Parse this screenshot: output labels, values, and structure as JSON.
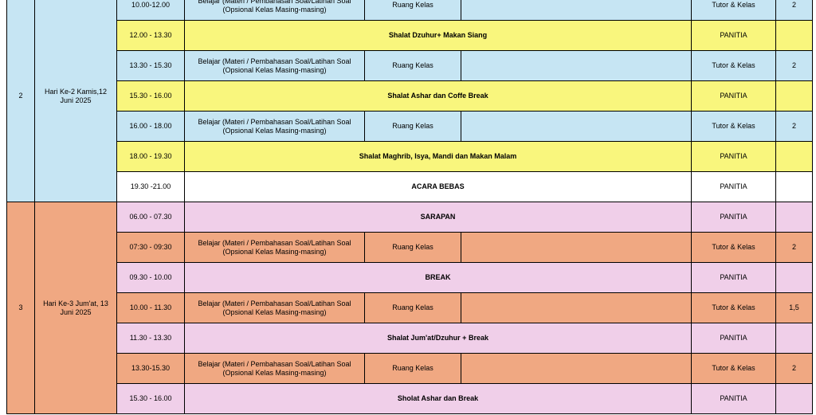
{
  "days": [
    {
      "no": "2",
      "label": "Hari Ke-2 Kamis,12 Juni 2025",
      "rows": [
        {
          "time": "10.00-12.00",
          "activity": "Belajar (Materi / Pembahasan Soal/Latihan Soal (Opsional Kelas Masing-masing)",
          "place": "Ruang Kelas",
          "pic": "Tutor & Kelas",
          "jp": "2",
          "type": "study"
        },
        {
          "time": "12.00 - 13.30",
          "activity": "Shalat Dzuhur+ Makan Siang",
          "pic": "PANITIA",
          "jp": "",
          "type": "break"
        },
        {
          "time": "13.30 - 15.30",
          "activity": "Belajar (Materi / Pembahasan Soal/Latihan Soal (Opsional Kelas Masing-masing)",
          "place": "Ruang Kelas",
          "pic": "Tutor & Kelas",
          "jp": "2",
          "type": "study"
        },
        {
          "time": "15.30 - 16.00",
          "activity": "Shalat Ashar dan Coffe Break",
          "pic": "PANITIA",
          "jp": "",
          "type": "break"
        },
        {
          "time": "16.00 - 18.00",
          "activity": "Belajar (Materi / Pembahasan Soal/Latihan Soal (Opsional Kelas Masing-masing)",
          "place": "Ruang Kelas",
          "pic": "Tutor & Kelas",
          "jp": "2",
          "type": "study"
        },
        {
          "time": "18.00 - 19.30",
          "activity": "Shalat Maghrib, Isya, Mandi dan Makan Malam",
          "pic": "PANITIA",
          "jp": "",
          "type": "break"
        },
        {
          "time": "19.30 -21.00",
          "activity": "ACARA BEBAS",
          "pic": "PANITIA",
          "jp": "",
          "type": "free"
        }
      ]
    },
    {
      "no": "3",
      "label": "Hari Ke-3 Jum'at, 13 Juni 2025",
      "rows": [
        {
          "time": "06.00 - 07.30",
          "activity": "SARAPAN",
          "pic": "PANITIA",
          "jp": "",
          "type": "break"
        },
        {
          "time": "07:30 - 09:30",
          "activity": "Belajar (Materi / Pembahasan Soal/Latihan Soal (Opsional Kelas Masing-masing)",
          "place": "Ruang Kelas",
          "pic": "Tutor & Kelas",
          "jp": "2",
          "type": "study"
        },
        {
          "time": "09.30 - 10.00",
          "activity": "BREAK",
          "pic": "PANITIA",
          "jp": "",
          "type": "break"
        },
        {
          "time": "10.00 - 11.30",
          "activity": "Belajar (Materi / Pembahasan Soal/Latihan Soal (Opsional Kelas Masing-masing)",
          "place": "Ruang Kelas",
          "pic": "Tutor & Kelas",
          "jp": "1,5",
          "type": "study"
        },
        {
          "time": "11.30 - 13.30",
          "activity": "Shalat Jum'at/Dzuhur + Break",
          "pic": "PANITIA",
          "jp": "",
          "type": "break"
        },
        {
          "time": "13.30-15.30",
          "activity": "Belajar (Materi / Pembahasan Soal/Latihan Soal (Opsional Kelas Masing-masing)",
          "place": "Ruang Kelas",
          "pic": "Tutor & Kelas",
          "jp": "2",
          "type": "study"
        },
        {
          "time": "15.30 - 16.00",
          "activity": "Sholat Ashar dan Break",
          "pic": "PANITIA",
          "jp": "",
          "type": "break"
        }
      ]
    }
  ],
  "colors": {
    "day2_study": "#c6e5f3",
    "day2_break": "#f9f67d",
    "day2_free": "#ffffff",
    "day3_study": "#f0a882",
    "day3_break": "#f0cfe9"
  }
}
